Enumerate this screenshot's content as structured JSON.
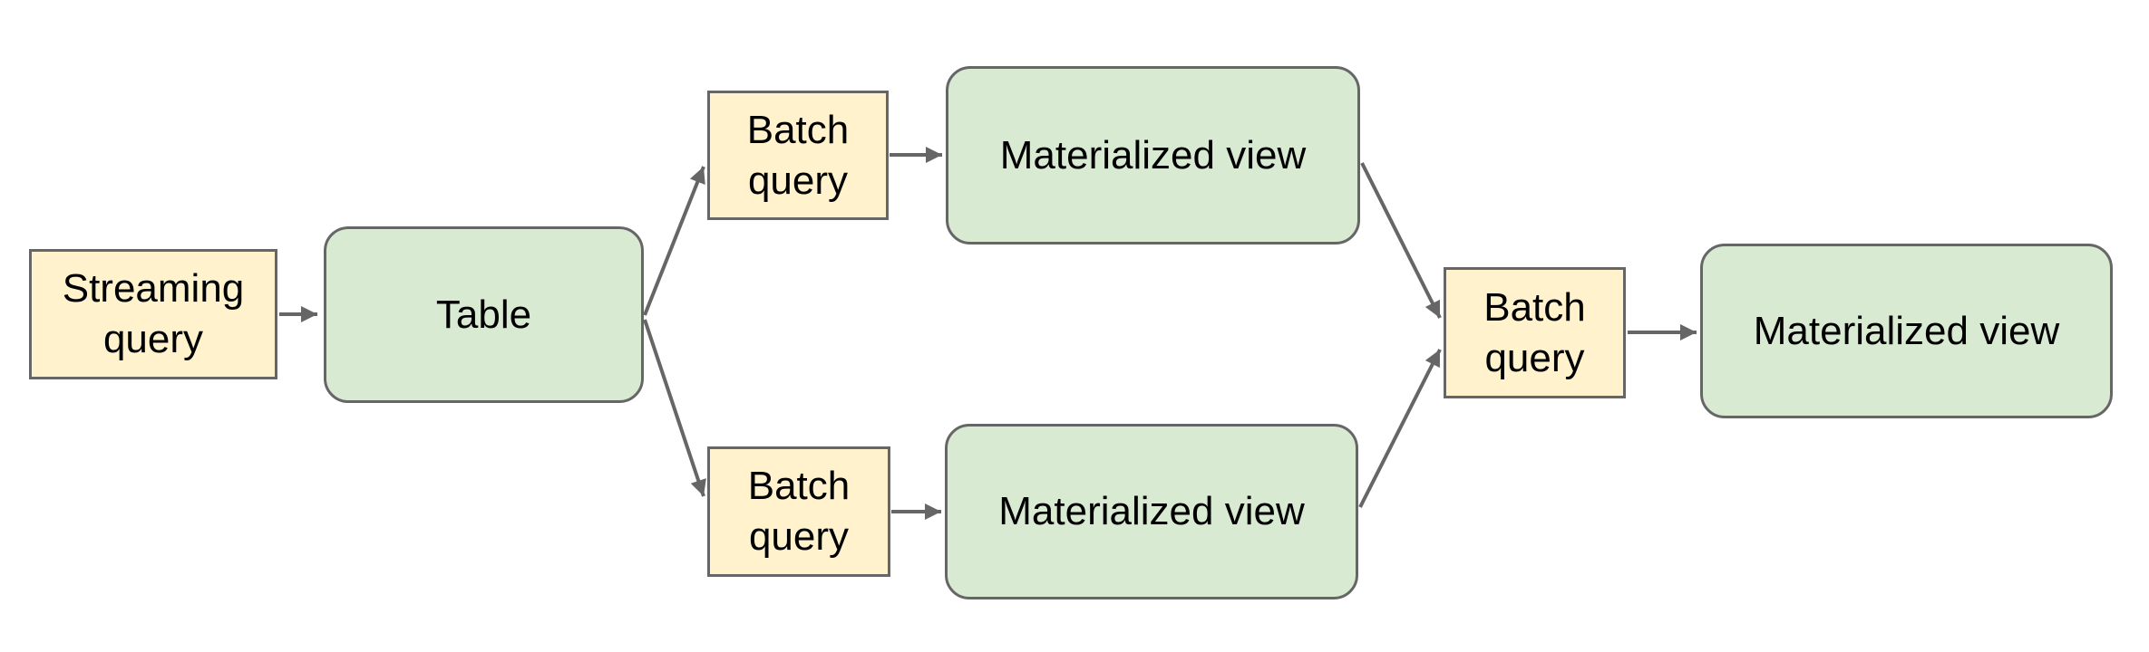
{
  "diagram": {
    "background_color": "#ffffff",
    "colors": {
      "query_box_fill": "#fff2cc",
      "table_view_box_fill": "#d9ead3",
      "box_border": "#666666",
      "arrow": "#666666",
      "text": "#000000"
    },
    "nodes": {
      "streaming_query": {
        "label": "Streaming query",
        "shape": "rectangle",
        "fill": "yellow"
      },
      "table": {
        "label": "Table",
        "shape": "rounded-rectangle",
        "fill": "green"
      },
      "batch_query_top": {
        "label": "Batch query",
        "shape": "rectangle",
        "fill": "yellow"
      },
      "materialized_view_top": {
        "label": "Materialized view",
        "shape": "rounded-rectangle",
        "fill": "green"
      },
      "batch_query_bottom": {
        "label": "Batch query",
        "shape": "rectangle",
        "fill": "yellow"
      },
      "materialized_view_bottom": {
        "label": "Materialized view",
        "shape": "rounded-rectangle",
        "fill": "green"
      },
      "batch_query_right": {
        "label": "Batch query",
        "shape": "rectangle",
        "fill": "yellow"
      },
      "materialized_view_right": {
        "label": "Materialized view",
        "shape": "rounded-rectangle",
        "fill": "green"
      }
    },
    "edges": [
      {
        "from": "streaming_query",
        "to": "table"
      },
      {
        "from": "table",
        "to": "batch_query_top"
      },
      {
        "from": "table",
        "to": "batch_query_bottom"
      },
      {
        "from": "batch_query_top",
        "to": "materialized_view_top"
      },
      {
        "from": "batch_query_bottom",
        "to": "materialized_view_bottom"
      },
      {
        "from": "materialized_view_top",
        "to": "batch_query_right"
      },
      {
        "from": "materialized_view_bottom",
        "to": "batch_query_right"
      },
      {
        "from": "batch_query_right",
        "to": "materialized_view_right"
      }
    ]
  }
}
